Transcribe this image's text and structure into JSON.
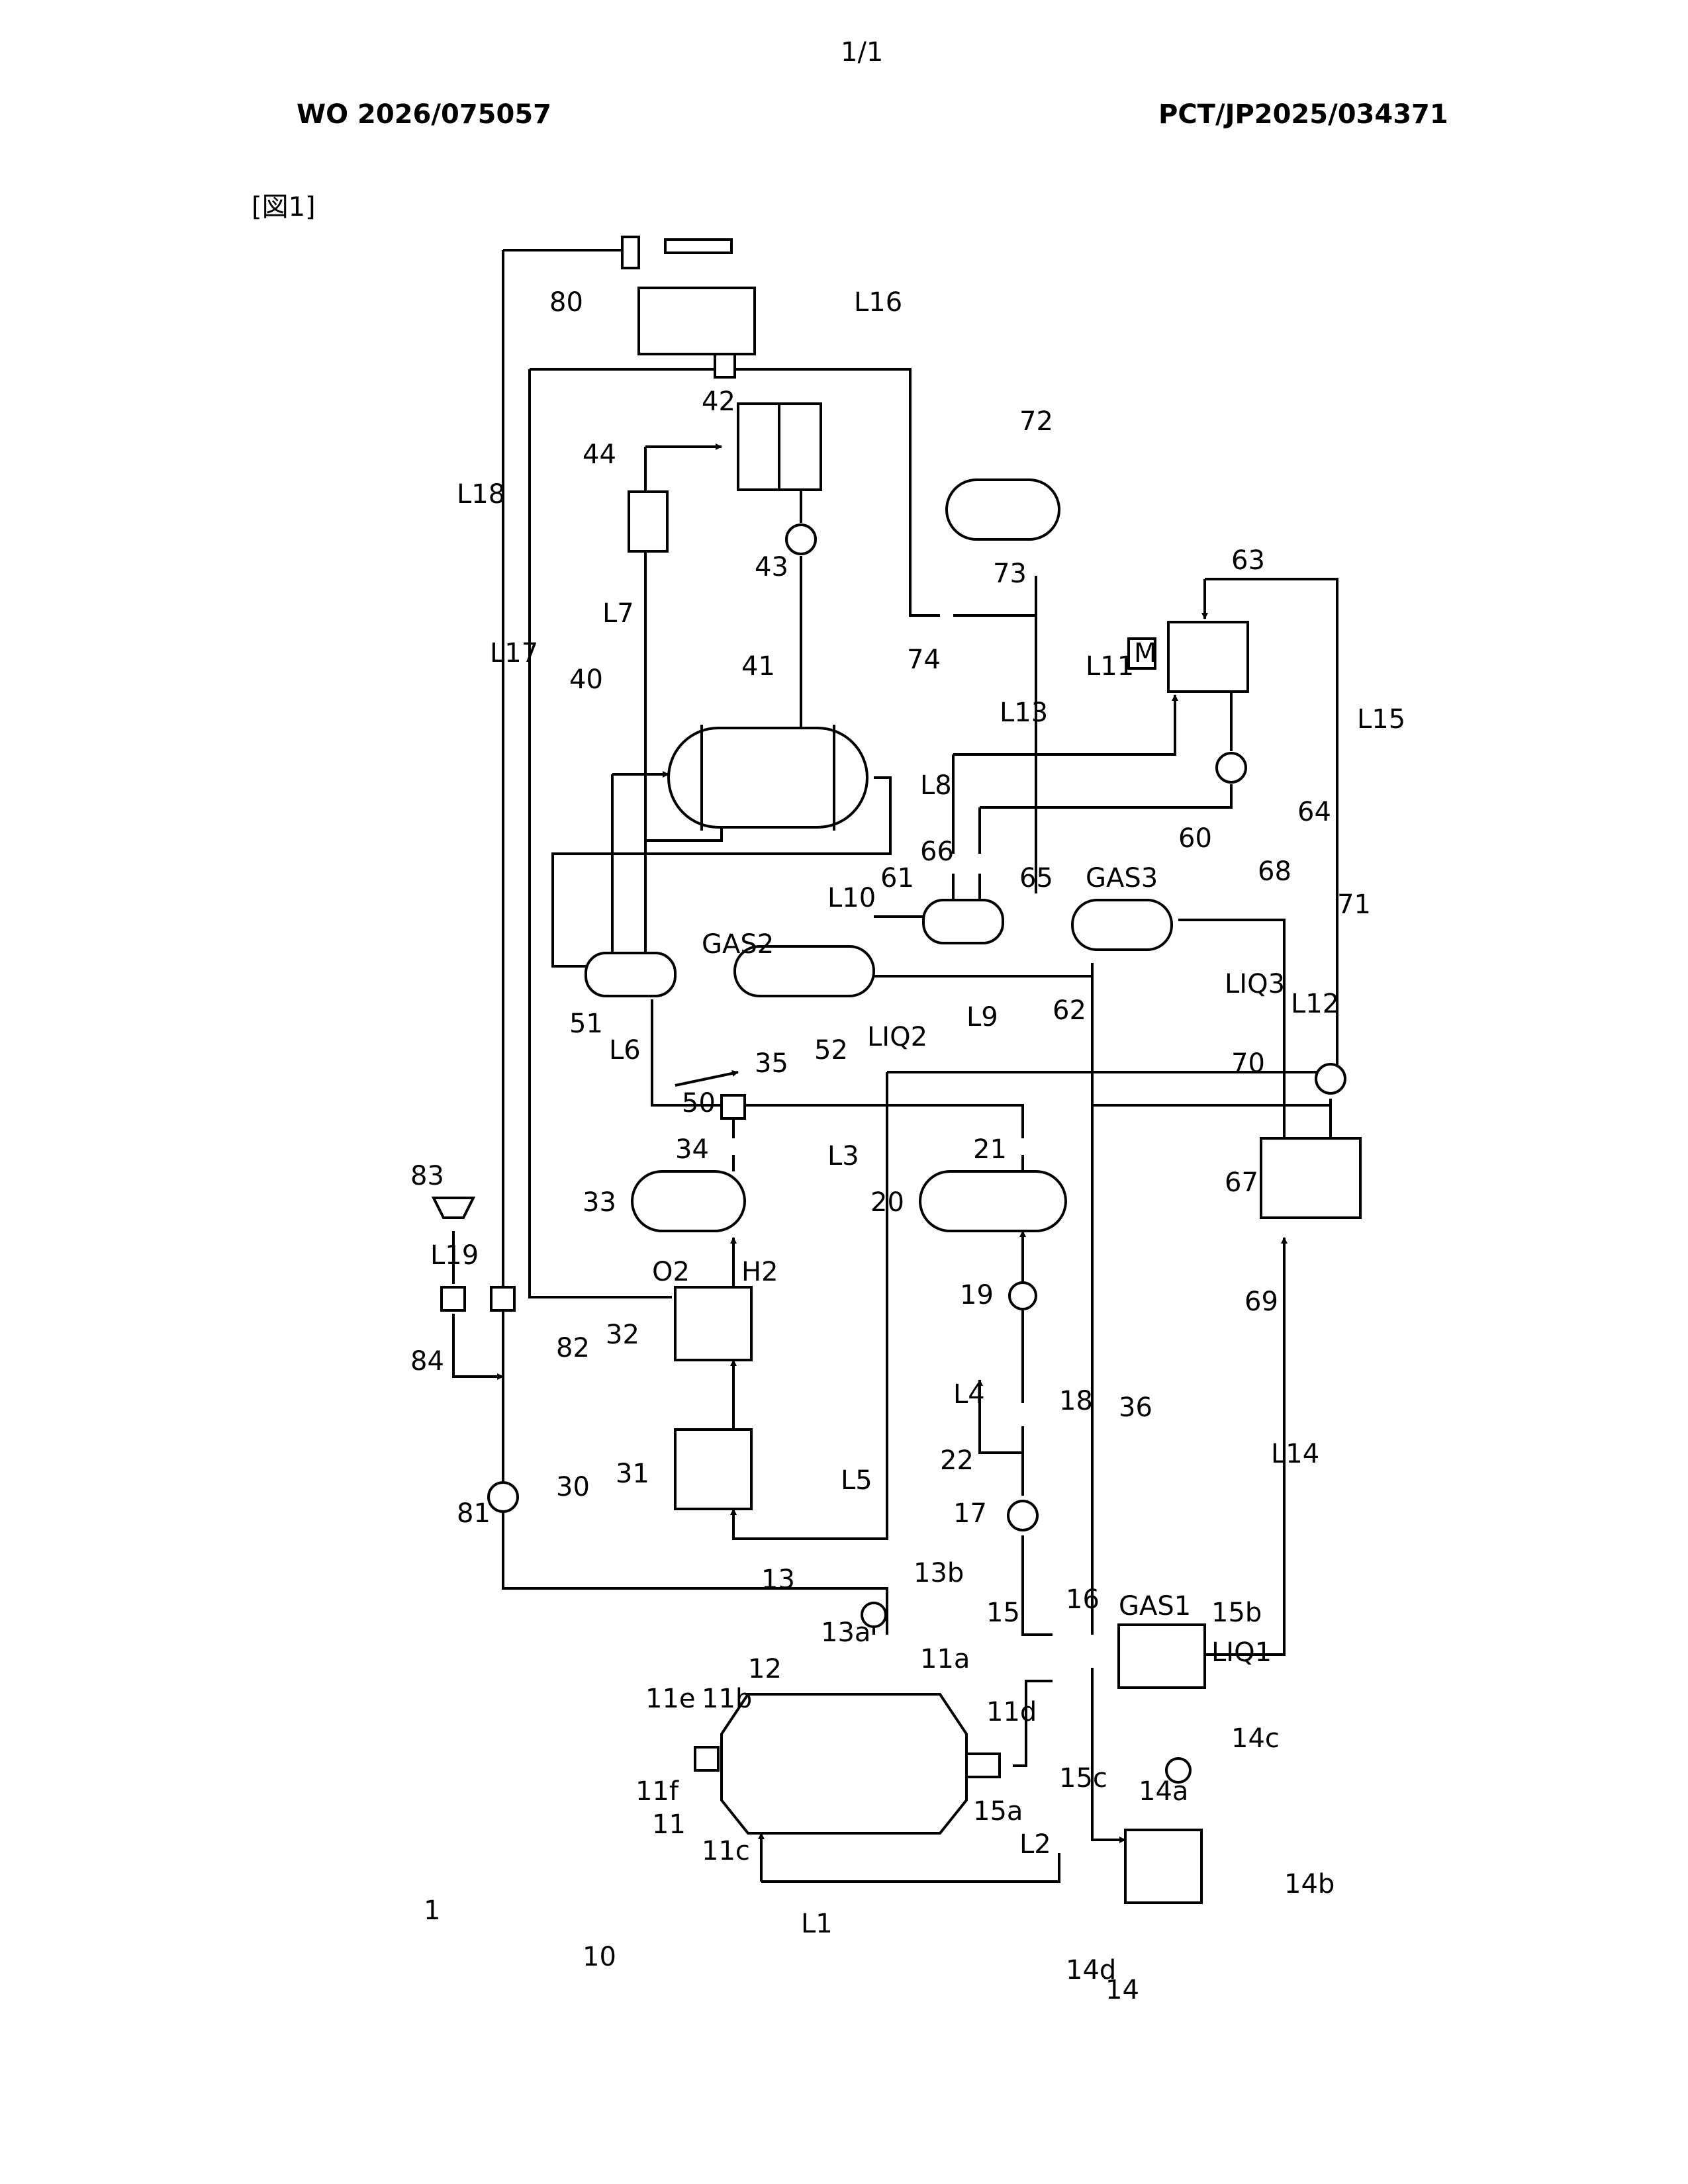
{
  "header": {
    "page_number": "1/1",
    "publication_number": "WO 2026/075057",
    "application_number": "PCT/JP2025/034371",
    "figure_label": "[図1]"
  },
  "diagram": {
    "labels": [
      "1",
      "10",
      "11",
      "11a",
      "11b",
      "11c",
      "11d",
      "11e",
      "11f",
      "12",
      "13",
      "13a",
      "13b",
      "14",
      "14a",
      "14b",
      "14c",
      "14d",
      "15",
      "15a",
      "15b",
      "15c",
      "16",
      "17",
      "18",
      "19",
      "20",
      "21",
      "22",
      "30",
      "31",
      "32",
      "33",
      "34",
      "35",
      "36",
      "40",
      "41",
      "42",
      "43",
      "44",
      "50",
      "51",
      "52",
      "60",
      "61",
      "62",
      "63",
      "64",
      "65",
      "66",
      "67",
      "68",
      "69",
      "70",
      "71",
      "72",
      "73",
      "74",
      "80",
      "81",
      "82",
      "83",
      "84",
      "L1",
      "L2",
      "L3",
      "L4",
      "L5",
      "L6",
      "L7",
      "L8",
      "L9",
      "L10",
      "L11",
      "L12",
      "L13",
      "L14",
      "L15",
      "L16",
      "L17",
      "L18",
      "L19",
      "GAS1",
      "GAS2",
      "GAS3",
      "LIQ1",
      "LIQ2",
      "LIQ3",
      "O2",
      "H2",
      "M"
    ]
  }
}
